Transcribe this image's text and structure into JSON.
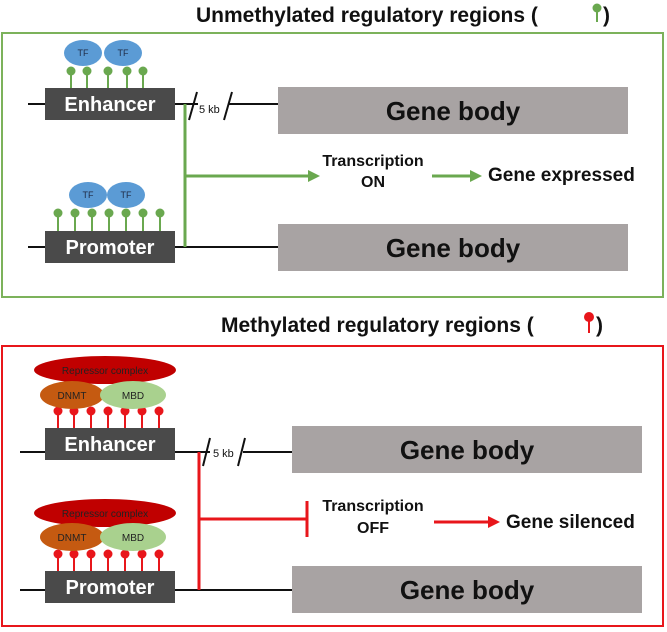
{
  "colors": {
    "unmethylated": "#6aa84f",
    "methylated": "#e8161b",
    "element_box": "#4a4a4a",
    "gene_box": "#a8a3a3",
    "tf": "#5b9bd5",
    "repressor": "#c00000",
    "dnmt": "#c55a11",
    "mbd": "#a9d18e"
  },
  "panel_top": {
    "title": "Unmethylated regulatory regions (",
    "title_close": ")",
    "enhancer": "Enhancer",
    "promoter": "Promoter",
    "distance": "5 kb",
    "tf_label": "TF",
    "gene_body_1": "Gene body",
    "gene_body_2": "Gene body",
    "transcription_line1": "Transcription",
    "transcription_line2": "ON",
    "outcome": "Gene expressed"
  },
  "panel_bottom": {
    "title": "Methylated regulatory regions (",
    "title_close": ")",
    "enhancer": "Enhancer",
    "promoter": "Promoter",
    "distance": "5 kb",
    "repressor_label": "Repressor complex",
    "dnmt_label": "DNMT",
    "mbd_label": "MBD",
    "gene_body_1": "Gene body",
    "gene_body_2": "Gene body",
    "transcription_line1": "Transcription",
    "transcription_line2": "OFF",
    "outcome": "Gene silenced"
  }
}
